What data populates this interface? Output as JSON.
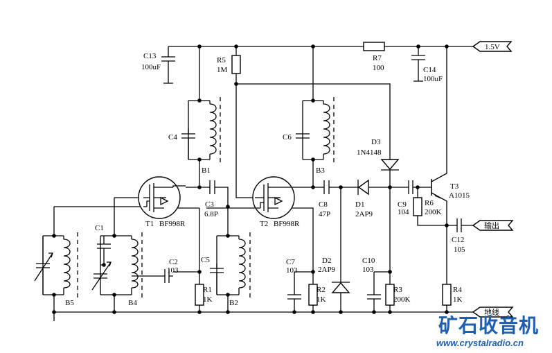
{
  "ports": {
    "supply": "1.5V",
    "output": "输出",
    "ground": "地线"
  },
  "components": {
    "C13": {
      "name": "C13",
      "value": "100uF"
    },
    "R5": {
      "name": "R5",
      "value": "1M"
    },
    "R7": {
      "name": "R7",
      "value": "100"
    },
    "C14": {
      "name": "C14",
      "value": "100uF"
    },
    "C4": {
      "name": "C4"
    },
    "C6": {
      "name": "C6"
    },
    "B1": {
      "name": "B1"
    },
    "B3": {
      "name": "B3"
    },
    "D3": {
      "name": "D3",
      "value": "1N4148"
    },
    "T3": {
      "name": "T3",
      "value": "A1015"
    },
    "T1": {
      "name": "T1",
      "value": "BF998R"
    },
    "T2": {
      "name": "T2",
      "value": "BF998R"
    },
    "C3": {
      "name": "C3",
      "value": "6.8P"
    },
    "C8": {
      "name": "C8",
      "value": "47P"
    },
    "D1": {
      "name": "D1",
      "value": "2AP9"
    },
    "C9": {
      "name": "C9",
      "value": "104"
    },
    "R6": {
      "name": "R6",
      "value": "200K"
    },
    "C1": {
      "name": "C1"
    },
    "C2": {
      "name": "C2",
      "value": "103"
    },
    "C5": {
      "name": "C5"
    },
    "C7": {
      "name": "C7",
      "value": "103"
    },
    "D2": {
      "name": "D2",
      "value": "2AP9"
    },
    "C10": {
      "name": "C10",
      "value": "103"
    },
    "C12": {
      "name": "C12",
      "value": "105"
    },
    "R1": {
      "name": "R1",
      "value": "1K"
    },
    "R2": {
      "name": "R2",
      "value": "1K"
    },
    "R3": {
      "name": "R3",
      "value": "200K"
    },
    "R4": {
      "name": "R4",
      "value": "1K"
    },
    "B5": {
      "name": "B5"
    },
    "B4": {
      "name": "B4"
    },
    "B2": {
      "name": "B2"
    }
  },
  "watermark": {
    "title": "矿石收音机",
    "url": "www.crystalradio.cn"
  }
}
